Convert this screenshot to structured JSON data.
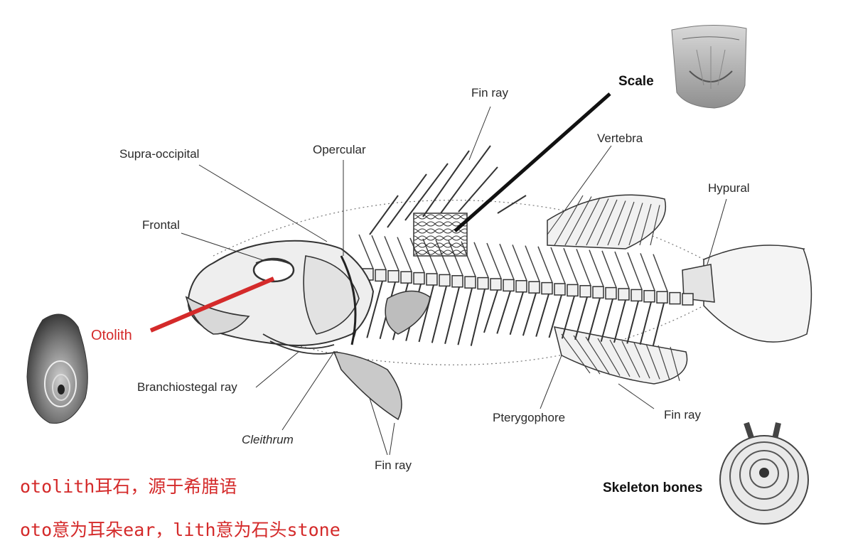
{
  "labels": {
    "fin_ray_top": "Fin ray",
    "scale": "Scale",
    "vertebra": "Vertebra",
    "supra_occipital": "Supra-occipital",
    "opercular": "Opercular",
    "hypural": "Hypural",
    "frontal": "Frontal",
    "otolith": "Otolith",
    "branchiostegal_ray": "Branchiostegal ray",
    "cleithrum": "Cleithrum",
    "fin_ray_bottom": "Fin ray",
    "pterygophore": "Pterygophore",
    "fin_ray_right": "Fin ray",
    "skeleton_bones": "Skeleton bones"
  },
  "captions": {
    "line1": "otolith耳石，源于希腊语",
    "line2": "oto意为耳朵ear，lith意为石头stone"
  },
  "colors": {
    "accent_red": "#d42a2a",
    "ink": "#2a2a2a",
    "pointer_black": "#111111"
  }
}
